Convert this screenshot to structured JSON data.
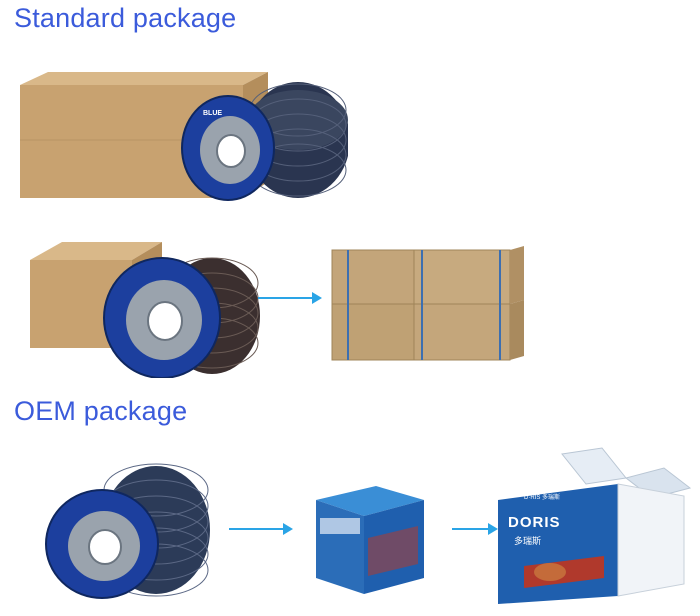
{
  "sections": {
    "standard_title": "Standard package",
    "oem_title": "OEM package"
  },
  "disc_label": {
    "brand": "BLUE",
    "tag": "■■■ ■■"
  },
  "oem_box": {
    "brand": "DORIS",
    "tagline": "多瑞斯",
    "small_brand": "D·RIS 多瑞斯"
  },
  "colors": {
    "heading": "#3b5bdb",
    "arrow": "#2aa4e6",
    "cardboard": "#c9a371",
    "disc_blue": "#1c3f9e",
    "oem_blue": "#1f6fbf"
  }
}
